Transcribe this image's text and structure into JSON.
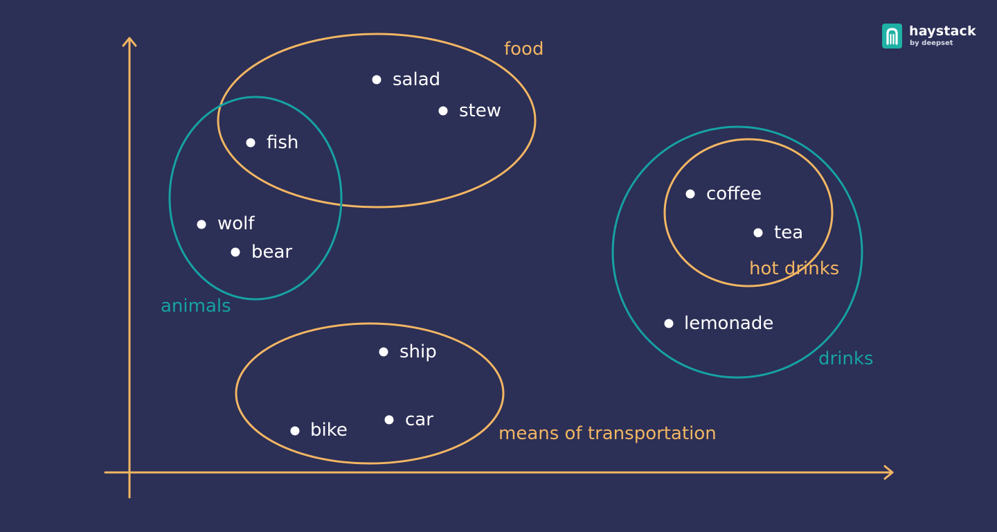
{
  "colors": {
    "background": "#2c2f56",
    "axis": "#f2b663",
    "food_group": "#f2b663",
    "teal_group": "#16a2a3",
    "word": "#ffffff",
    "logo_accent": "#1fb1a5"
  },
  "words": {
    "salad": "salad",
    "stew": "stew",
    "fish": "fish",
    "wolf": "wolf",
    "bear": "bear",
    "ship": "ship",
    "bike": "bike",
    "car": "car",
    "coffee": "coffee",
    "tea": "tea",
    "lemonade": "lemonade"
  },
  "groups": {
    "food": "food",
    "animals": "animals",
    "transportation": "means of transportation",
    "hot_drinks": "hot drinks",
    "drinks": "drinks"
  },
  "logo": {
    "icon": "haystack-logo-icon",
    "name": "haystack",
    "subtitle": "by deepset"
  }
}
